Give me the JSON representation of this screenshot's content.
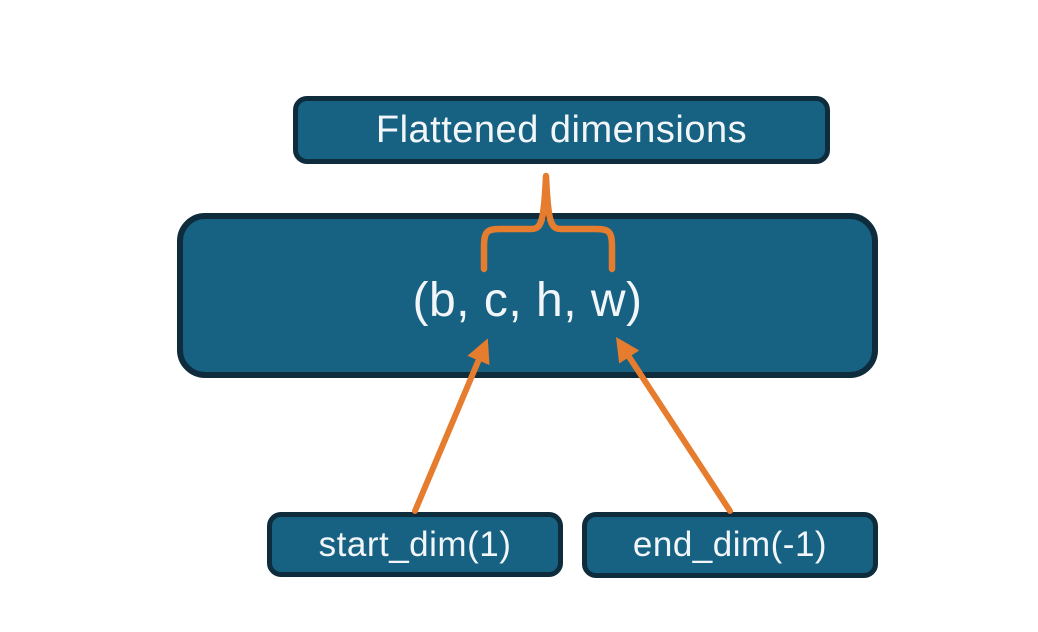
{
  "diagram": {
    "kind": "flatten-operation-diagram",
    "colors": {
      "node_fill": "#176183",
      "node_border": "#0e2c3b",
      "accent_orange": "#e67c2e",
      "text": "#f2f6f8",
      "background": "#ffffff"
    },
    "nodes": {
      "flattened_label": "Flattened dimensions",
      "tensor_shape": "(b, c, h, w)",
      "start_dim": "start_dim(1)",
      "end_dim": "end_dim(-1)"
    },
    "connectors": [
      {
        "name": "brace-flattened-span",
        "type": "curly-brace",
        "from": "flattened-dimensions-box",
        "to": "dims c, h, w inside (b, c, h, w)"
      },
      {
        "name": "arrow-start-dim",
        "type": "arrow",
        "from": "start_dim(1) box",
        "to": "dim c in (b, c, h, w)"
      },
      {
        "name": "arrow-end-dim",
        "type": "arrow",
        "from": "end_dim(-1) box",
        "to": "dim w in (b, c, h, w)"
      }
    ]
  }
}
